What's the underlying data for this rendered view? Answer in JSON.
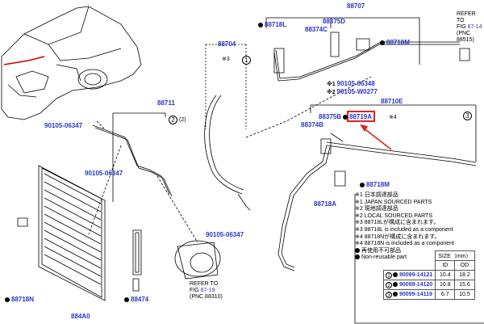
{
  "labels": {
    "p88707": "88707",
    "p88718L": "88718L",
    "p88375D": "88375D",
    "p88374C": "88374C",
    "p88718M_top": "88718M",
    "p88704": "88704",
    "p88704_q": "※3",
    "p88711": "88711",
    "p88711_q": "(2)",
    "p90105_06347_a": "90105-06347",
    "p90105_06348": "90105-06348",
    "p90105_W0277": "90105-W0277",
    "p88710E": "88710E",
    "p88710E_q": "※4",
    "p88375B": "88375B",
    "p88719A": "88719A",
    "p88374B": "88374B",
    "p90105_06347_b": "90105-06347",
    "p88718M_mid": "88718M",
    "p88718A": "88718A",
    "p90105_06347_c": "90105-06347",
    "p88718N": "88718N",
    "p88474": "88474",
    "p884A0": "884A0",
    "ref_top_1": "REFER TO",
    "ref_top_2": "FIG",
    "ref_top_fig": "87-14",
    "ref_top_3": "(PNC 88515)",
    "ref_bot_1": "REFER TO",
    "ref_bot_2": "FIG",
    "ref_bot_fig": "87-19",
    "ref_bot_3": "(PNC 88310)",
    "circ1": "1",
    "circ2": "2",
    "circ3": "3",
    "notes": [
      "※1 日本調達部品",
      "※1 JAPAN SOURCED PARTS",
      "※2 現地調達部品",
      "※2 LOCAL SOURCED PARTS",
      "※3 88718Lが構成に含まれます。",
      "※3 88718L is included as a component",
      "※4 88718Nが構成に含まれます。",
      "※4 88718N is included as a component",
      "再使用不可部品",
      "Non-reusable part"
    ]
  },
  "size_table": {
    "header": "SIZE（mm）",
    "col_id": "ID",
    "col_od": "OD",
    "rows": [
      {
        "n": "1",
        "pn": "90099-14121",
        "id": "10.4",
        "od": "18.2"
      },
      {
        "n": "2",
        "pn": "90099-14120",
        "id": "10.8",
        "od": "15.6"
      },
      {
        "n": "3",
        "pn": "90099-14119",
        "id": "6.7",
        "od": "10.5"
      }
    ]
  }
}
